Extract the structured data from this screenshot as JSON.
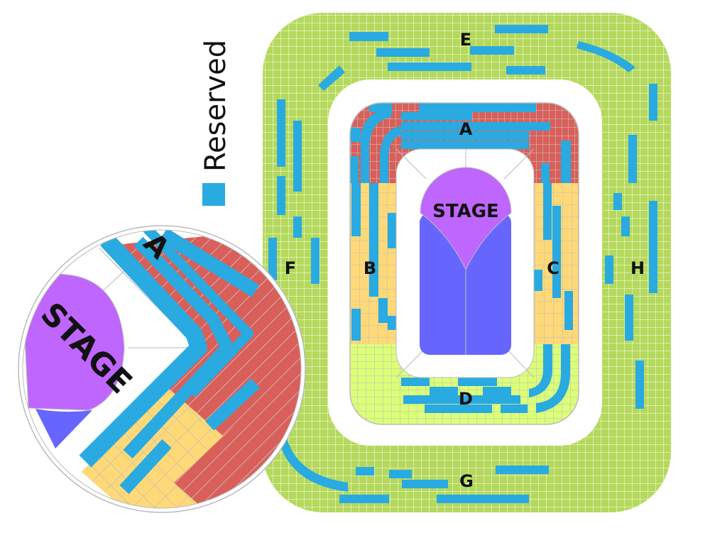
{
  "legend": {
    "label": "Reserved",
    "swatch_color": "#29aae1"
  },
  "stage": {
    "label": "STAGE",
    "zoom_label": "STAGE"
  },
  "sections": {
    "A": {
      "label": "A",
      "color": "#d9605a"
    },
    "B": {
      "label": "B",
      "color": "#ffd978"
    },
    "C": {
      "label": "C",
      "color": "#ffd978"
    },
    "D": {
      "label": "D",
      "color": "#dcff78"
    },
    "E": {
      "label": "E",
      "color": "#b5d95c"
    },
    "F": {
      "label": "F",
      "color": "#b5d95c"
    },
    "G": {
      "label": "G",
      "color": "#b5d95c"
    },
    "H": {
      "label": "H",
      "color": "#b5d95c"
    }
  },
  "colors": {
    "reserved": "#29aae1",
    "stage_top": "#bf66ff",
    "stage_floor": "#6666ff"
  }
}
